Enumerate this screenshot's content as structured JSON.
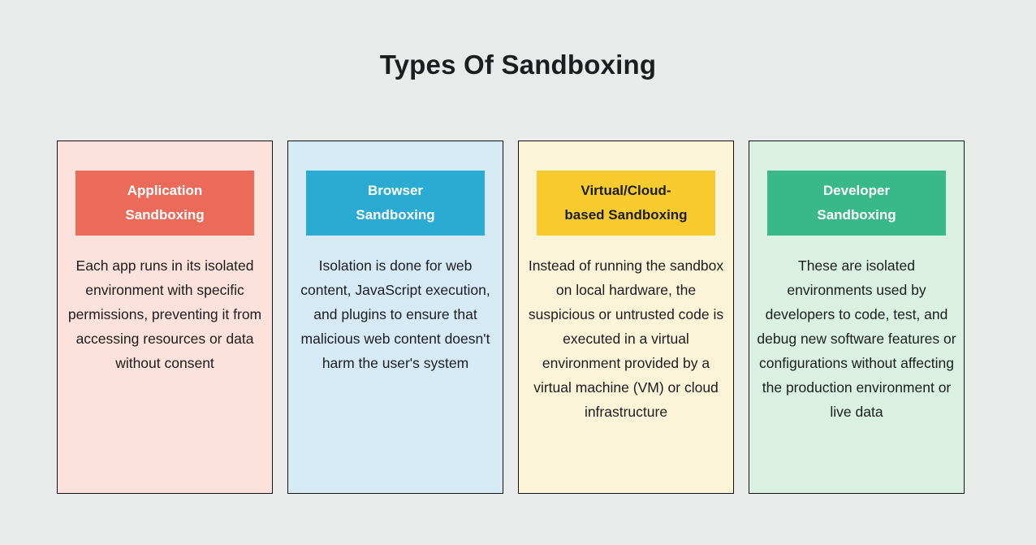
{
  "page": {
    "title": "Types Of Sandboxing",
    "background_color": "#E9EBEB",
    "text_color": "#1B1D1F",
    "card_border_color": "#111111"
  },
  "cards": [
    {
      "header_label": "Application\nSandboxing",
      "header_bg": "#EB6A59",
      "header_text_color": "#FFFFFF",
      "card_bg": "#FCE1DC",
      "body": "Each app runs in its isolated environment with specific permissions, preventing it from accessing resources or data without consent"
    },
    {
      "header_label": "Browser\nSandboxing",
      "header_bg": "#29ABD3",
      "header_text_color": "#FFFFFF",
      "card_bg": "#D6EAF6",
      "body": "Isolation is done for web content, JavaScript execution, and plugins to ensure that malicious web content doesn't harm the user's system"
    },
    {
      "header_label": "Virtual/Cloud-\nbased Sandboxing",
      "header_bg": "#F7CB2D",
      "header_text_color": "#1B1D1F",
      "card_bg": "#FCF4D8",
      "body": "Instead of running the sandbox on local hardware, the suspicious or untrusted code is executed in a virtual environment provided by a virtual machine (VM) or cloud infrastructure"
    },
    {
      "header_label": "Developer\nSandboxing",
      "header_bg": "#39B989",
      "header_text_color": "#FFFFFF",
      "card_bg": "#D9F0E3",
      "body": "These are isolated environments used by developers to code, test, and debug new software features or configurations without affecting the production environment or live data"
    }
  ]
}
